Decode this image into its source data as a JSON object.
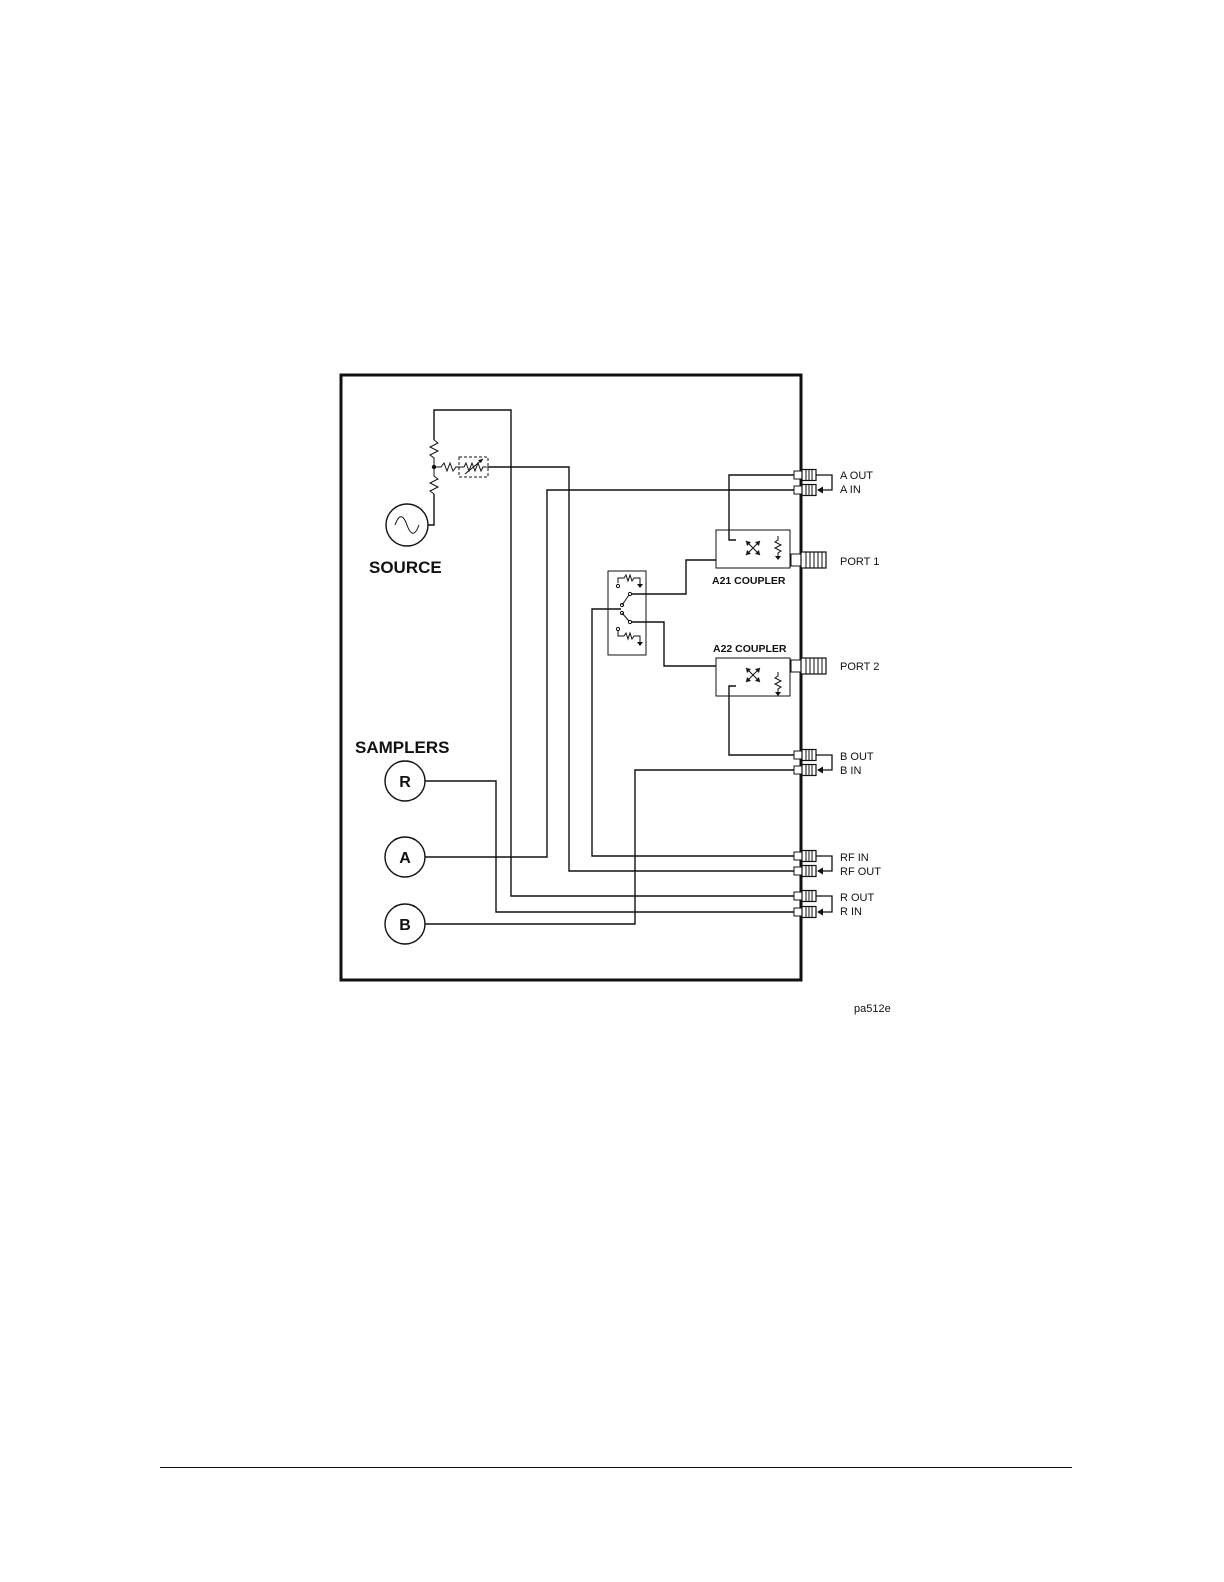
{
  "diagram": {
    "source_label": "SOURCE",
    "samplers_label": "SAMPLERS",
    "samplers": [
      "R",
      "A",
      "B"
    ],
    "couplers": {
      "a21": "A21 COUPLER",
      "a22": "A22 COUPLER"
    },
    "ports": {
      "port1": "PORT 1",
      "port2": "PORT 2"
    },
    "connectors": {
      "a_out": "A OUT",
      "a_in": "A IN",
      "b_out": "B OUT",
      "b_in": "B IN",
      "rf_in": "RF IN",
      "rf_out": "RF OUT",
      "r_out": "R OUT",
      "r_in": "R IN"
    },
    "figure_id": "pa512e"
  }
}
